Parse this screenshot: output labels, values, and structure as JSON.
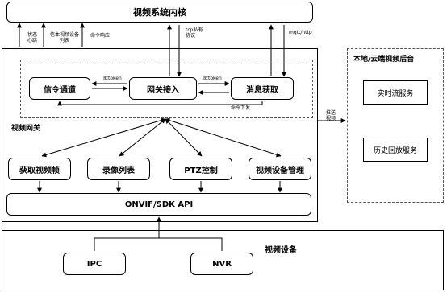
{
  "kernel": {
    "title": "视频系统内核"
  },
  "gateway": {
    "title": "视频网关",
    "kernel_links": {
      "status_heartbeat": "状态\n心跳",
      "device_list": "信本视频设备\n列表",
      "command_response": "命令响应",
      "tcp_protocol": "tcp私有\n协议",
      "mqtt_http": "mqtt/http"
    },
    "inner": {
      "signal_channel": "信令通道",
      "gateway_access": "网关接入",
      "message_fetch": "消息获取",
      "get_token_left": "取token",
      "get_token_right": "取token",
      "command_issue": "命令下发"
    },
    "modules": {
      "fetch_frames": "获取视频帧",
      "recording_list": "录像列表",
      "ptz_control": "PTZ控制",
      "device_management": "视频设备管理"
    },
    "api": "ONVIF/SDK API",
    "push_label": "推送\n视频"
  },
  "backend": {
    "title": "本地/云端视频后台",
    "realtime_service": "实时流服务",
    "playback_service": "历史回放服务"
  },
  "devices": {
    "title": "视频设备",
    "ipc": "IPC",
    "nvr": "NVR"
  }
}
